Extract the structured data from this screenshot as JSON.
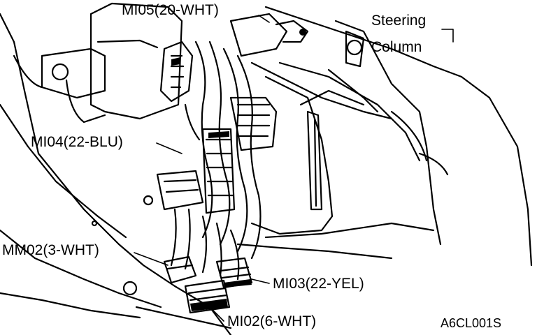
{
  "labels": {
    "mi05": "MI05(20-WHT)",
    "steering_line1": "Steering",
    "steering_line2": "Column",
    "mi04": "MI04(22-BLU)",
    "mm02": "MM02(3-WHT)",
    "mi03": "MI03(22-YEL)",
    "mi02": "MI02(6-WHT)"
  },
  "figure_code": "A6CL001S",
  "colors": {
    "ink": "#000000",
    "paper": "#ffffff"
  }
}
